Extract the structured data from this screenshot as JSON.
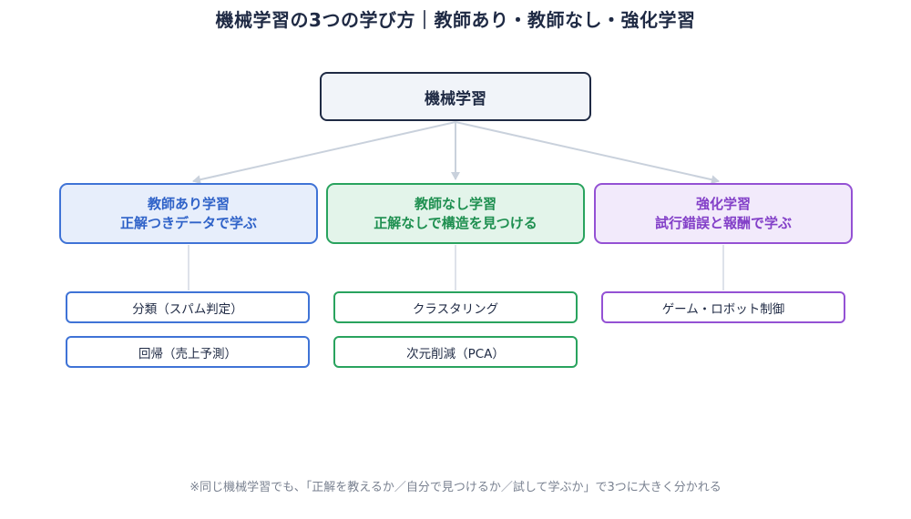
{
  "title": "機械学習の3つの学び方｜教師あり・教師なし・強化学習",
  "root": {
    "label": "機械学習"
  },
  "colors": {
    "root_border": "#1f2a44",
    "supervised": "#3f73d6",
    "unsupervised": "#29a35e",
    "reinforcement": "#9451d4",
    "edge": "#c9d1dc"
  },
  "categories": [
    {
      "name": "教師あり学習",
      "subtitle": "正解つきデータで学ぶ",
      "examples": [
        "分類（スパム判定）",
        "回帰（売上予測）"
      ]
    },
    {
      "name": "教師なし学習",
      "subtitle": "正解なしで構造を見つける",
      "examples": [
        "クラスタリング",
        "次元削減（PCA）"
      ]
    },
    {
      "name": "強化学習",
      "subtitle": "試行錯誤と報酬で学ぶ",
      "examples": [
        "ゲーム・ロボット制御"
      ]
    }
  ],
  "footnote": "※同じ機械学習でも、「正解を教えるか／自分で見つけるか／試して学ぶか」で3つに大きく分かれる"
}
